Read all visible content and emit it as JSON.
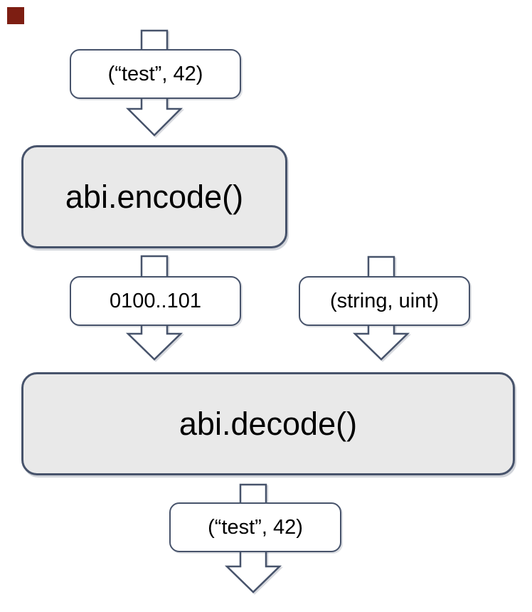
{
  "diagram": {
    "kind": "flowchart",
    "nodes": {
      "input_value": {
        "label": "(“test”, 42)"
      },
      "encode": {
        "label": "abi.encode()"
      },
      "encoded_bytes": {
        "label": "0100..101"
      },
      "decode_types": {
        "label": "(string, uint)"
      },
      "decode": {
        "label": "abi.decode()"
      },
      "output_value": {
        "label": "(“test”, 42)"
      }
    },
    "arrows": [
      {
        "name": "arrow-input-to-encode",
        "direction": "down"
      },
      {
        "name": "arrow-encode-to-decode",
        "direction": "down"
      },
      {
        "name": "arrow-types-to-decode",
        "direction": "down"
      },
      {
        "name": "arrow-decode-to-output",
        "direction": "down"
      }
    ],
    "colors": {
      "stroke": "#47536b",
      "process_fill": "#e9e9e9",
      "label_fill": "#ffffff",
      "text": "#000000",
      "background": "#ffffff",
      "corner_marker": "#7d1e12"
    }
  }
}
